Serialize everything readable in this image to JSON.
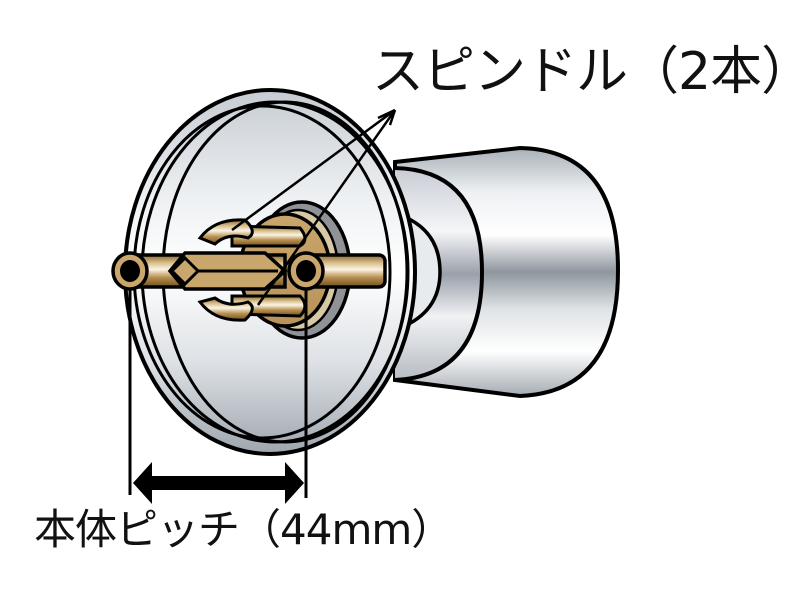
{
  "diagram": {
    "subject": "cylindrical door knob lock (tubular knob) with spindles",
    "labels": {
      "spindle": "スピンドル（2本）",
      "pitch": "本体ピッチ（44mm）"
    },
    "measurement": {
      "name": "本体ピッチ",
      "value": 44,
      "unit": "mm"
    },
    "spindle_count": 2,
    "colors": {
      "outline": "#000000",
      "metal_light": "#f4f6f8",
      "metal_mid": "#c5cbd1",
      "metal_dark": "#8e969e",
      "brass_light": "#f3e6c8",
      "brass_mid": "#c9a66b",
      "brass_dark": "#7a5a22",
      "background": "#ffffff"
    }
  }
}
